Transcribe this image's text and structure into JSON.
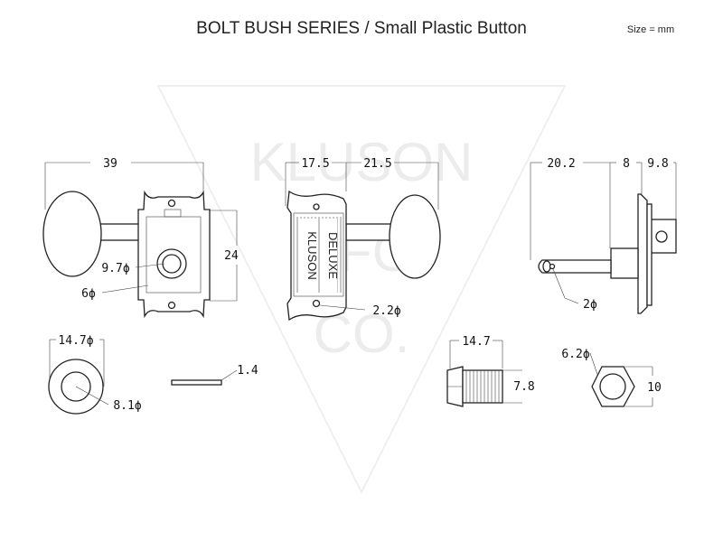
{
  "title": "BOLT BUSH SERIES / Small Plastic Button",
  "size_note": "Size = mm",
  "watermark": {
    "line1": "KLUSON",
    "line2": "MFG.",
    "line3": "CO.",
    "color": "#ececec"
  },
  "tuner_front": {
    "width_label": "39",
    "height_label": "24",
    "bush_hole_label": "9.7ϕ",
    "post_label": "6ϕ"
  },
  "tuner_back": {
    "left_label": "17.5",
    "right_label": "21.5",
    "hole_label": "2.2ϕ",
    "brand_left": "KLUSON",
    "brand_right": "DELUXE"
  },
  "tuner_side": {
    "post_length_label": "20.2",
    "bush_label": "8",
    "housing_label": "9.8",
    "string_hole_label": "2ϕ"
  },
  "washer": {
    "outer_label": "14.7ϕ",
    "inner_label": "8.1ϕ",
    "thickness_label": "1.4"
  },
  "bolt_bush": {
    "length_label": "14.7",
    "diameter_label": "7.8"
  },
  "hex_nut": {
    "inner_label": "6.2ϕ",
    "width_label": "10"
  },
  "colors": {
    "line": "#222222",
    "background": "#ffffff"
  }
}
